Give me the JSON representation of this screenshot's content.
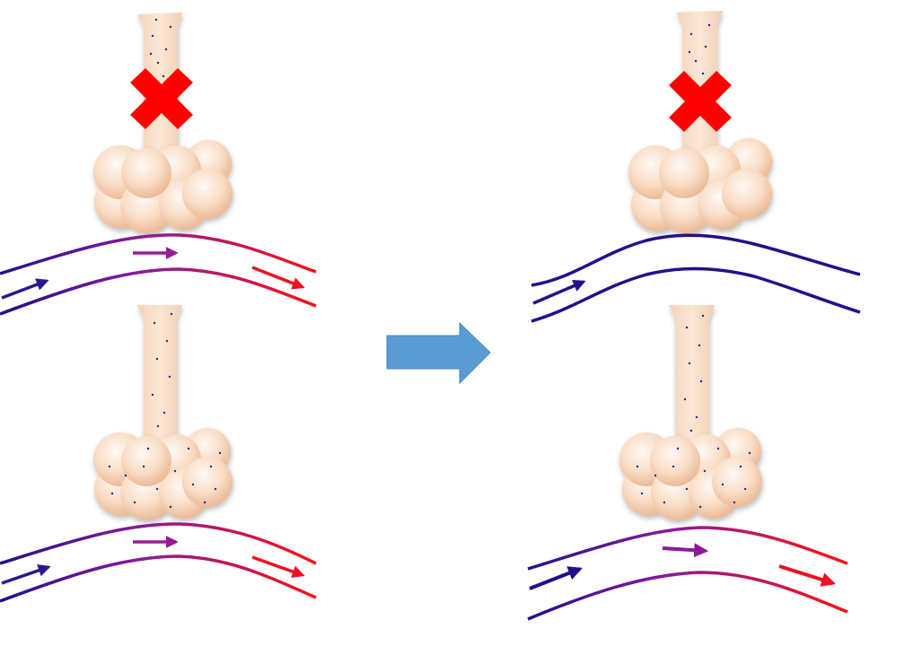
{
  "panels": [
    {
      "id": "before-top",
      "blocked": true,
      "flow": "oxygenated"
    },
    {
      "id": "before-bottom",
      "blocked": false,
      "flow": "oxygenated"
    },
    {
      "id": "after-top",
      "blocked": true,
      "flow": "deoxygenated"
    },
    {
      "id": "after-bottom",
      "blocked": false,
      "flow": "oxygenated"
    }
  ],
  "transition_arrow": {
    "icon": "right-arrow-icon",
    "color": "#5b9bd5"
  },
  "blockage_marker": {
    "icon": "red-x-icon",
    "color": "#ff0000"
  },
  "colors": {
    "deoxygenated": "#2a0f8c",
    "oxygenated": "#ff1010",
    "mixed": "#8a1a9a",
    "alveoli": "#f4c7a4",
    "airway": "#f8ddc8",
    "particles": "#2a2a8c"
  }
}
